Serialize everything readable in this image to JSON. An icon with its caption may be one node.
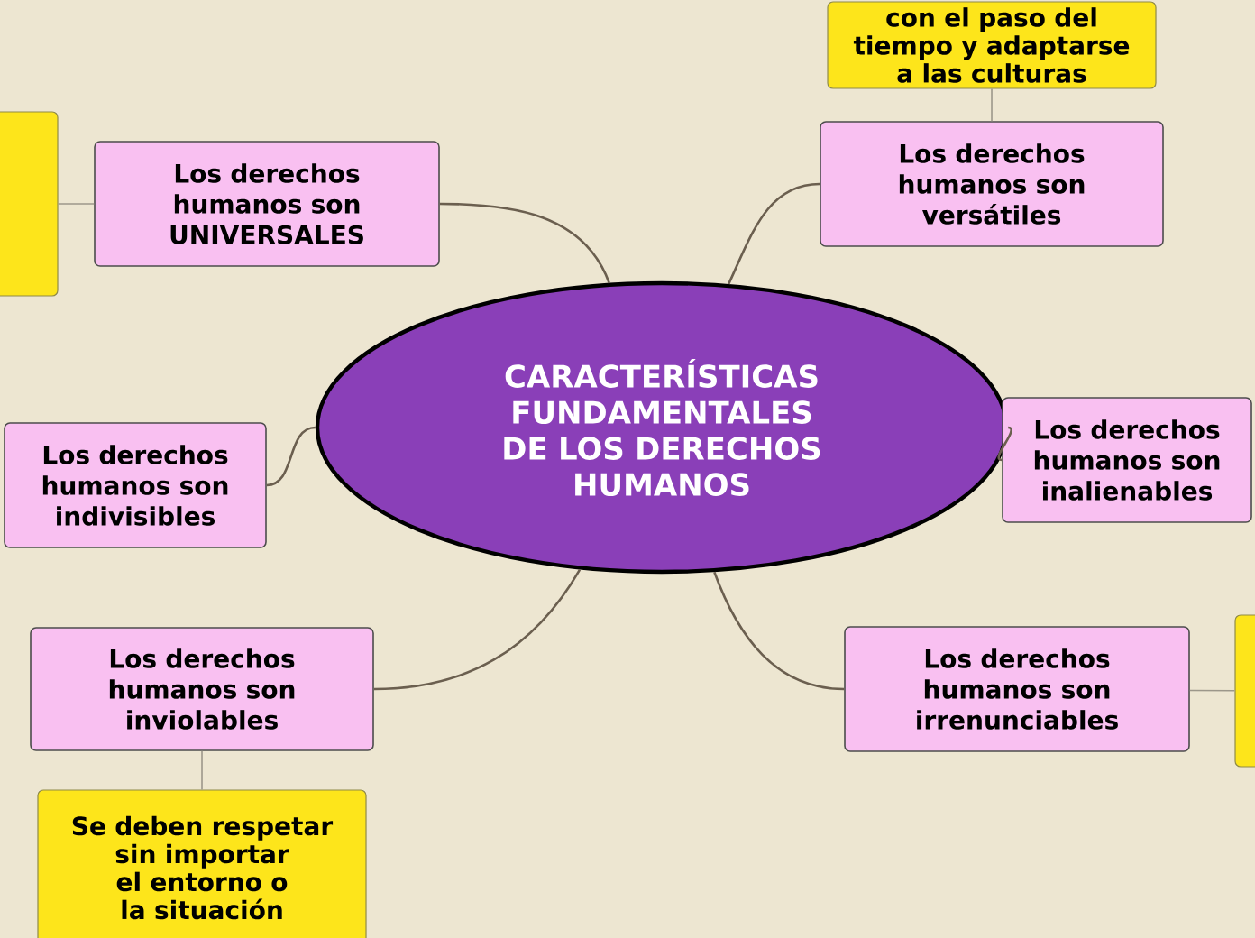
{
  "diagram": {
    "nodes": [
      {
        "text": [
          "CARACTERÍSTICAS FUNDAMENTALES DE LOS DERECHOS HUMANOS"
        ]
      },
      {
        "text": [
          "Los derechos humanos son UNIVERSALES"
        ]
      },
      {
        "text": [],
        "shape": "box"
      },
      {
        "text": [
          "Los derechos humanos son versátiles"
        ]
      },
      {
        "text": [
          "con el paso del tiempo y adaptarse a las culturas"
        ]
      },
      {
        "text": [
          "Los derechos humanos son inalienables"
        ]
      },
      {
        "text": [
          "Los derechos humanos son indivisibles"
        ]
      },
      {
        "text": [
          "Los derechos humanos son irrenunciables"
        ]
      },
      {
        "text": [],
        "shape": "box"
      },
      {
        "text": [
          "Los derechos humanos son inviolables"
        ]
      },
      {
        "text": [
          "Se deben respetar sin importar el entorno o la situación"
        ]
      }
    ],
    "edges": [
      {
        "from": 0,
        "to": 1,
        "arrow": "none"
      },
      {
        "from": 1,
        "to": 2,
        "arrow": "none",
        "color": "#9c978a"
      },
      {
        "from": 0,
        "to": 3,
        "arrow": "none"
      },
      {
        "from": 3,
        "to": 4,
        "arrow": "none",
        "color": "#9c978a"
      },
      {
        "from": 0,
        "to": 5,
        "arrow": "none"
      },
      {
        "from": 0,
        "to": 6,
        "arrow": "none"
      },
      {
        "from": 0,
        "to": 7,
        "arrow": "none"
      },
      {
        "from": 7,
        "to": 8,
        "arrow": "none",
        "color": "#9c978a"
      },
      {
        "from": 0,
        "to": 9,
        "arrow": "none"
      },
      {
        "from": 9,
        "to": 10,
        "arrow": "none",
        "color": "#9c978a"
      }
    ]
  }
}
